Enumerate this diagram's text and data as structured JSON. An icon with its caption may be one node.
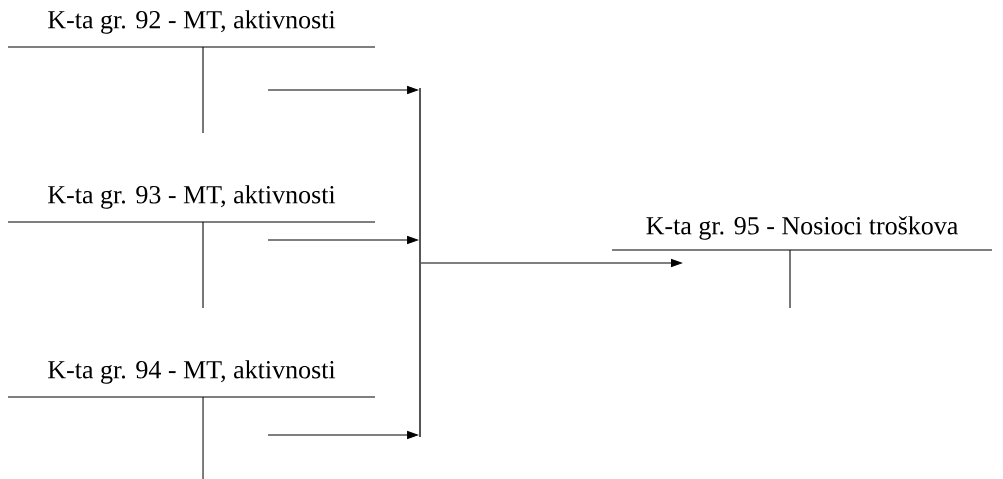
{
  "diagram": {
    "nodes": [
      {
        "text": [
          "K-ta gr. 92 - MT, aktivnosti"
        ]
      },
      {
        "text": [
          "K-ta gr. 93 - MT, aktivnosti"
        ]
      },
      {
        "text": [
          "K-ta gr. 94 - MT, aktivnosti"
        ]
      },
      {
        "text": [],
        "shape": "bar"
      },
      {
        "text": [
          "K-ta gr. 95 - Nosioci troškova"
        ]
      }
    ],
    "edges": [
      {
        "from": 0,
        "to": 3,
        "arrow": "to"
      },
      {
        "from": 1,
        "to": 3,
        "arrow": "to"
      },
      {
        "from": 2,
        "to": 3,
        "arrow": "to"
      },
      {
        "from": 3,
        "to": 4,
        "arrow": "to"
      }
    ]
  }
}
